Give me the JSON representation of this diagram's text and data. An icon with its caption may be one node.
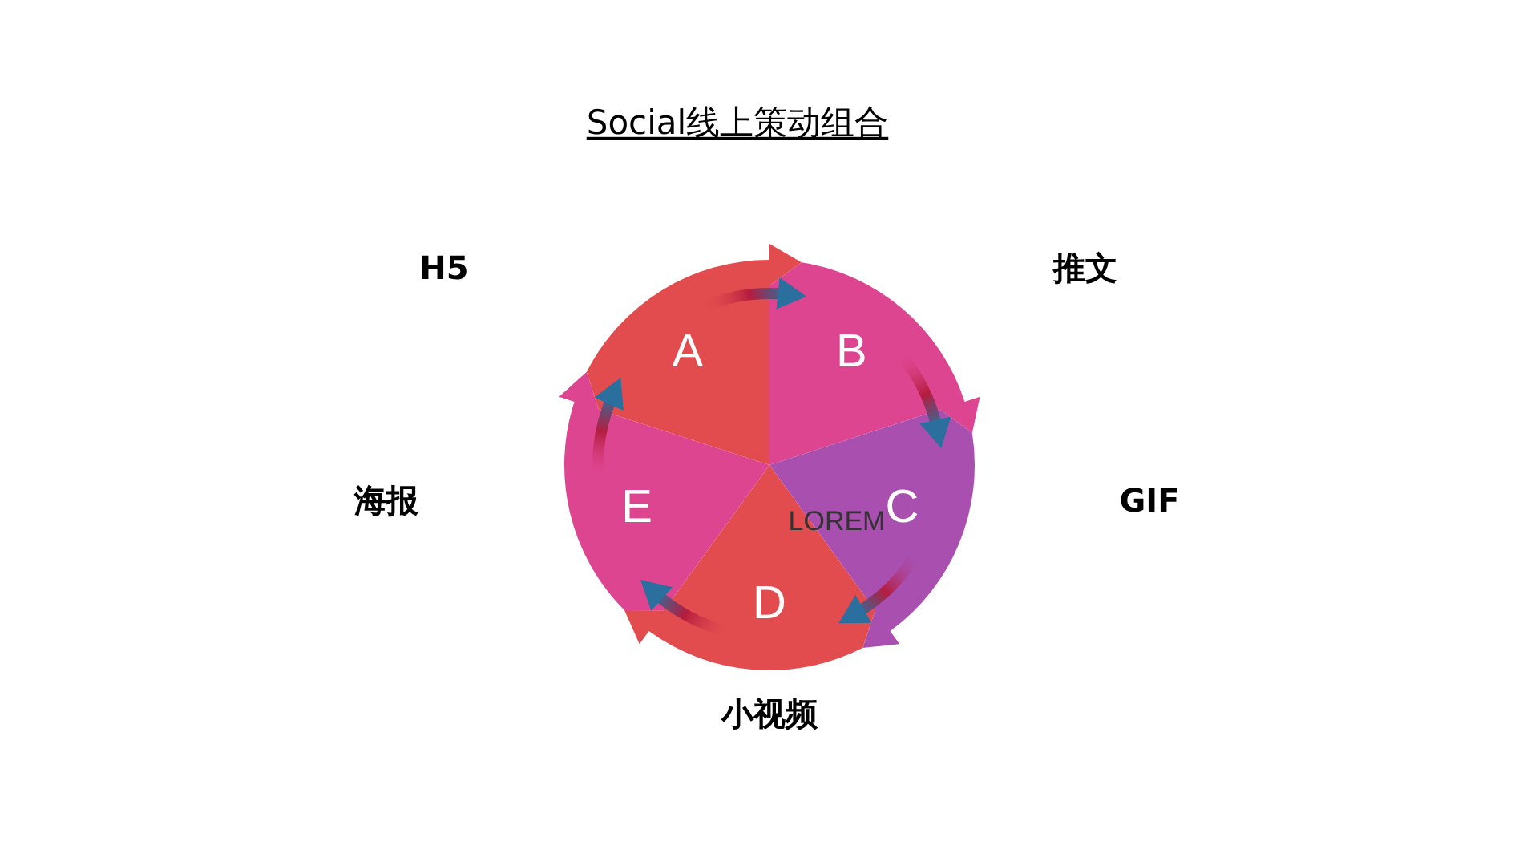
{
  "diagram": {
    "title": "Social线上策动组合",
    "nodes": [
      {
        "text": [
          "A"
        ]
      },
      {
        "text": [
          "B"
        ]
      },
      {
        "text": [
          "C"
        ]
      },
      {
        "text": [
          "D"
        ]
      },
      {
        "text": [
          "E"
        ]
      }
    ],
    "edges": [
      {
        "from": 0,
        "to": 1,
        "arrow": "to"
      },
      {
        "from": 1,
        "to": 2,
        "arrow": "to"
      },
      {
        "from": 2,
        "to": 3,
        "arrow": "to"
      },
      {
        "from": 3,
        "to": 4,
        "arrow": "to"
      },
      {
        "from": 4,
        "to": 0,
        "arrow": "to"
      }
    ],
    "labels": [
      "H5",
      "推文",
      "海报",
      "GIF",
      "LOREM",
      "小视频"
    ]
  }
}
